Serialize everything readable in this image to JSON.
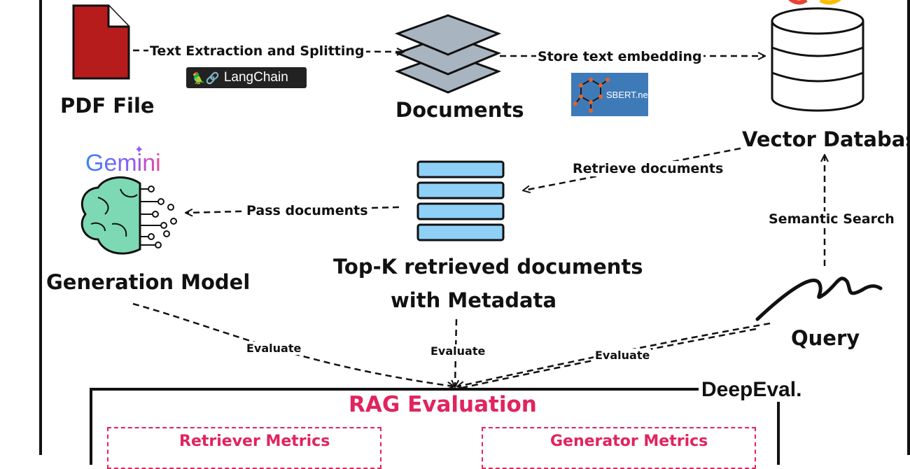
{
  "nodes": {
    "pdf": "PDF File",
    "documents": "Documents",
    "vector_db": "Vector Database",
    "generation_model": "Generation Model",
    "topk_line1": "Top-K retrieved documents",
    "topk_line2": "with Metadata",
    "query": "Query"
  },
  "edges": {
    "text_extraction": "Text Extraction and Splitting",
    "store_embedding": "Store text embedding",
    "retrieve": "Retrieve documents",
    "pass": "Pass documents",
    "semantic_search": "Semantic Search",
    "evaluate_gen": "Evaluate",
    "evaluate_topk": "Evaluate",
    "evaluate_query": "Evaluate"
  },
  "logos": {
    "langchain": "LangChain",
    "sbert": "SBERT.net",
    "gemini": "Gemini",
    "deepeval": "DeepEval."
  },
  "evaluation": {
    "title": "RAG Evaluation",
    "retriever_metrics": "Retriever Metrics",
    "generator_metrics": "Generator Metrics"
  },
  "colors": {
    "pdf_red": "#b71c1c",
    "doc_gray": "#a8b4c0",
    "retrieved_blue": "#8fd0f7",
    "brain_green": "#7dd9b4",
    "accent_pink": "#e0245e",
    "sbert_blue": "#3f7ab8"
  }
}
